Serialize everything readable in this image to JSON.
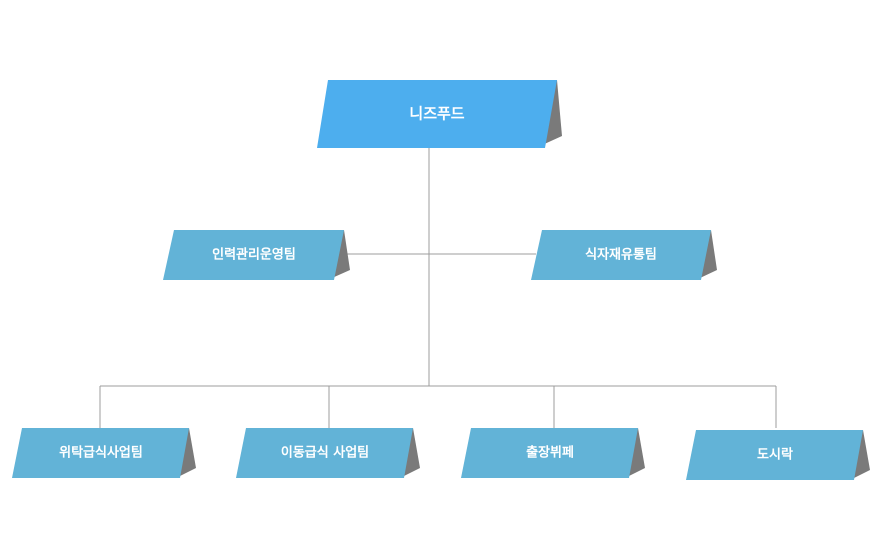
{
  "org": {
    "root": {
      "label": "니즈푸드"
    },
    "teams": [
      {
        "label": "인력관리운영팀"
      },
      {
        "label": "식자재유통팀"
      }
    ],
    "units": [
      {
        "label": "위탁급식사업팀"
      },
      {
        "label": "이동급식 사업팀"
      },
      {
        "label": "출장뷔페"
      },
      {
        "label": "도시락"
      }
    ]
  },
  "colors": {
    "root_fill": "#4DAEEE",
    "node_fill": "#62B3D7",
    "fold_fill": "#7A7A7A",
    "line": "#9C9C9C"
  }
}
